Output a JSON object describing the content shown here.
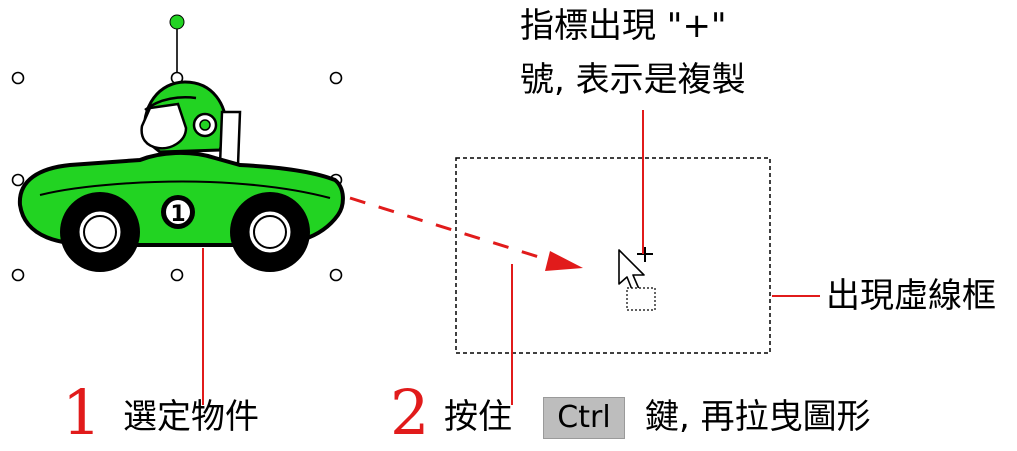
{
  "callouts": {
    "pointer_line1": "指標出現 \"+\"",
    "pointer_line2": "號, 表示是複製",
    "dashed_frame": "出現虛線框"
  },
  "steps": [
    {
      "number": "1",
      "text": "選定物件"
    },
    {
      "number": "2",
      "text_before": "按住",
      "key": "Ctrl",
      "text_after": "鍵, 再拉曳圖形"
    }
  ],
  "car_number": "1",
  "colors": {
    "car_body": "#22d322",
    "rotation_handle": "#22d322",
    "annotation": "#e11b1b",
    "outline": "#000000"
  }
}
